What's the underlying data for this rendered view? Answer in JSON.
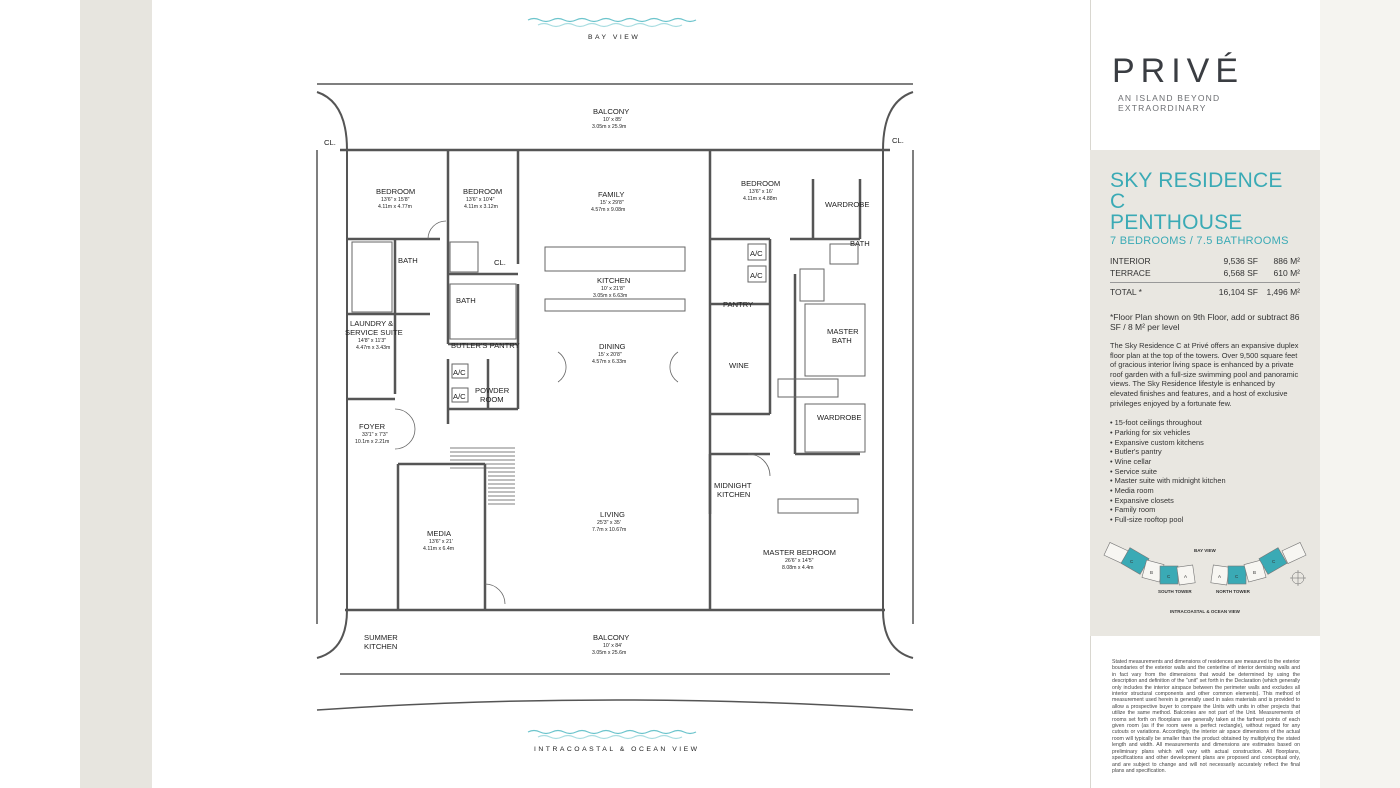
{
  "brand": {
    "logo": "PRIVÉ",
    "tagline": "AN ISLAND BEYOND EXTRAORDINARY"
  },
  "residence": {
    "title_line1": "SKY RESIDENCE C",
    "title_line2": "PENTHOUSE",
    "subtitle": "7 BEDROOMS / 7.5 BATHROOMS",
    "stats": [
      {
        "label": "INTERIOR",
        "sf": "9,536 SF",
        "m2": "886 M²"
      },
      {
        "label": "TERRACE",
        "sf": "6,568 SF",
        "m2": "610 M²"
      }
    ],
    "total": {
      "label": "TOTAL *",
      "sf": "16,104 SF",
      "m2": "1,496 M²"
    },
    "note": "*Floor Plan shown on 9th Floor, add or subtract 86 SF / 8 M² per level",
    "description": "The Sky Residence C at Privé offers an expansive duplex floor plan at the top of the towers. Over 9,500 square feet of gracious interior living space is enhanced by a private roof garden with a full-size swimming pool and panoramic views. The Sky Residence lifestyle is enhanced by elevated finishes and features, and a host of exclusive privileges enjoyed by a fortunate few.",
    "features": [
      "15-foot ceilings throughout",
      "Parking for six vehicles",
      "Expansive custom kitchens",
      "Butler's pantry",
      "Wine cellar",
      "Service suite",
      "Master suite with midnight kitchen",
      "Media room",
      "Expansive closets",
      "Family room",
      "Full-size rooftop pool"
    ]
  },
  "minimap": {
    "top_label": "BAY VIEW",
    "bottom_label": "INTRACOASTAL & OCEAN VIEW",
    "south": "SOUTH TOWER",
    "north": "NORTH TOWER",
    "units_south": [
      "C",
      "B",
      "C",
      "A"
    ],
    "units_north": [
      "A",
      "C",
      "B",
      "C"
    ],
    "accent": "#3aaab5"
  },
  "plan": {
    "top_view": "BAY VIEW",
    "bottom_view": "INTRACOASTAL & OCEAN VIEW",
    "rooms": {
      "balcony_top": {
        "name": "BALCONY",
        "dim1": "10' x 85'",
        "dim2": "3.05m x 25.9m"
      },
      "bedroom1": {
        "name": "BEDROOM",
        "dim1": "13'6\" x 15'8\"",
        "dim2": "4.11m x 4.77m"
      },
      "bedroom2": {
        "name": "BEDROOM",
        "dim1": "13'6\" x 10'4\"",
        "dim2": "4.11m x 3.12m"
      },
      "family": {
        "name": "FAMILY",
        "dim1": "15' x 29'8\"",
        "dim2": "4.57m x 9.08m"
      },
      "bedroom3": {
        "name": "BEDROOM",
        "dim1": "13'6\" x 16'",
        "dim2": "4.11m x 4.88m"
      },
      "wardrobe1": "WARDROBE",
      "bath1": "BATH",
      "bath2": "BATH",
      "bath3": "BATH",
      "cl1": "CL.",
      "cl2": "CL.",
      "cl3": "CL.",
      "kitchen": {
        "name": "KITCHEN",
        "dim1": "10' x 21'8\"",
        "dim2": "3.05m x 6.63m"
      },
      "laundry": {
        "name1": "LAUNDRY &",
        "name2": "SERVICE SUITE",
        "dim1": "14'8\" x 11'3\"",
        "dim2": "4.47m x 3.43m"
      },
      "butlers": "BUTLER'S PANTRY",
      "dining": {
        "name": "DINING",
        "dim1": "15' x 20'8\"",
        "dim2": "4.57m x 6.33m"
      },
      "pantry": "PANTRY",
      "ac": "A/C",
      "master_bath1": "MASTER",
      "master_bath2": "BATH",
      "wine": "WINE",
      "powder1": "POWDER",
      "powder2": "ROOM",
      "foyer": {
        "name": "FOYER",
        "dim1": "33'1\" x 7'3\"",
        "dim2": "10.1m x 2.21m"
      },
      "wardrobe2": "WARDROBE",
      "midnight1": "MIDNIGHT",
      "midnight2": "KITCHEN",
      "media": {
        "name": "MEDIA",
        "dim1": "13'6\" x 21'",
        "dim2": "4.11m x 6.4m"
      },
      "living": {
        "name": "LIVING",
        "dim1": "25'3\" x 35'",
        "dim2": "7.7m x 10.67m"
      },
      "master_bed": {
        "name": "MASTER BEDROOM",
        "dim1": "26'6\" x 14'5\"",
        "dim2": "8.08m x 4.4m"
      },
      "summer1": "SUMMER",
      "summer2": "KITCHEN",
      "balcony_bottom": {
        "name": "BALCONY",
        "dim1": "10' x 84'",
        "dim2": "3.05m x 25.6m"
      }
    }
  },
  "disclaimer": "Stated measurements and dimensions of residences are measured to the exterior boundaries of the exterior walls and the centerline of interior demising walls and in fact vary from the dimensions that would be determined by using the description and definition of the \"unit\" set forth in the Declaration (which generally only includes the interior airspace between the perimeter walls and excludes all interior structural components and other common elements). This method of measurement used herein is generally used in sales materials and is provided to allow a prospective buyer to compare the Units with units in other projects that utilize the same method. Balconies are not part of the Unit. Measurements of rooms set forth on floorplans are generally taken at the farthest points of each given room (as if the room were a perfect rectangle), without regard for any cutouts or variations. Accordingly, the interior air space dimensions of the actual room will typically be smaller than the product obtained by multiplying the stated length and width. All measurements and dimensions are estimates based on preliminary plans which will vary with actual construction. All floorplans, specifications and other development plans are proposed and conceptual only, and are subject to change and will not necessarily accurately reflect the final plans and specification."
}
